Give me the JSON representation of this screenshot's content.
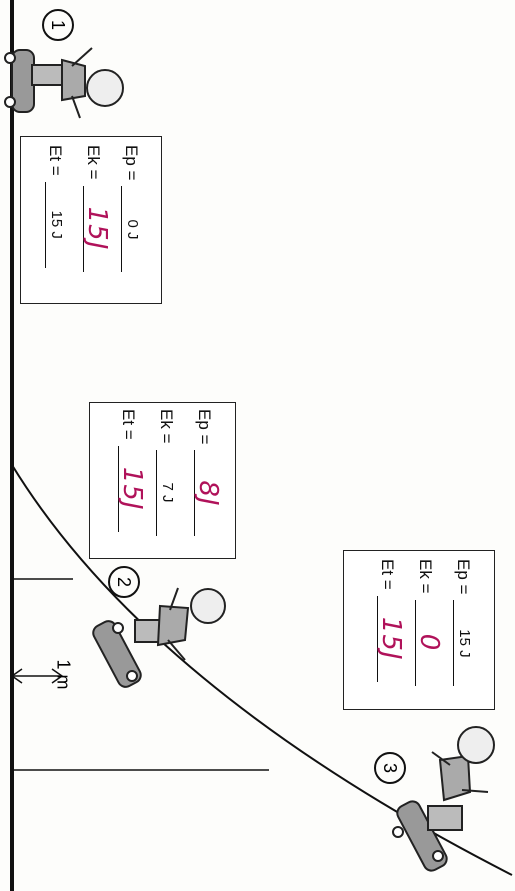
{
  "positions": [
    {
      "number": "1",
      "ep_label": "Ep =",
      "ep_printed": "0 J",
      "ep_written": "",
      "ek_label": "Ek =",
      "ek_printed": "",
      "ek_written": "15J",
      "et_label": "Et =",
      "et_printed": "15 J",
      "et_written": ""
    },
    {
      "number": "2",
      "ep_label": "Ep =",
      "ep_printed": "",
      "ep_written": "8J",
      "ek_label": "Ek =",
      "ek_printed": "7 J",
      "ek_written": "",
      "et_label": "Et =",
      "et_printed": "",
      "et_written": "15J"
    },
    {
      "number": "3",
      "ep_label": "Ep =",
      "ep_printed": "15 J",
      "ep_written": "",
      "ek_label": "Ek =",
      "ek_printed": "",
      "ek_written": "0",
      "et_label": "Et =",
      "et_printed": "",
      "et_written": "15J"
    }
  ],
  "distance_label": "1 m",
  "colors": {
    "ink": "#111111",
    "handwriting": "#b0125a"
  }
}
